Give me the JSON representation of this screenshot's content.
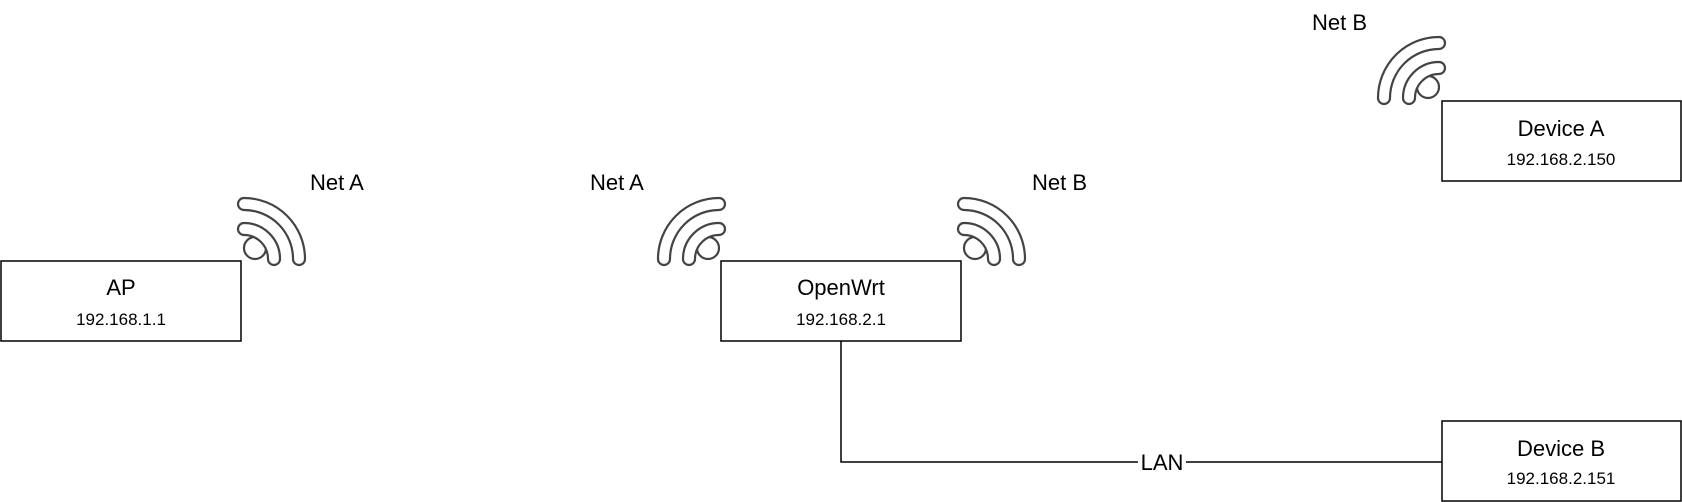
{
  "nodes": {
    "ap": {
      "title": "AP",
      "ip": "192.168.1.1"
    },
    "openwrt": {
      "title": "OpenWrt",
      "ip": "192.168.2.1"
    },
    "device_a": {
      "title": "Device A",
      "ip": "192.168.2.150"
    },
    "device_b": {
      "title": "Device B",
      "ip": "192.168.2.151"
    }
  },
  "wireless": {
    "ap_net": "Net A",
    "openwrt_net_a": "Net A",
    "openwrt_net_b": "Net B",
    "device_a_net": "Net B"
  },
  "links": {
    "lan": "LAN"
  },
  "icons": {
    "wifi": "wifi-icon"
  },
  "colors": {
    "stroke": "#000000",
    "icon_stroke": "#444444",
    "background": "#ffffff"
  }
}
